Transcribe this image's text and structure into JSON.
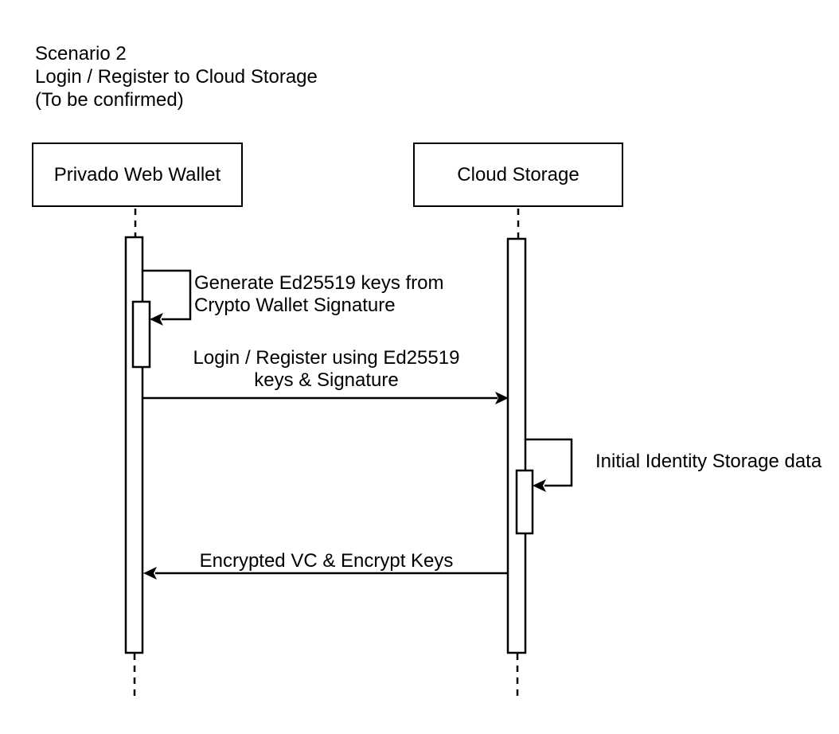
{
  "title": {
    "lines": [
      "Scenario 2",
      "Login / Register to Cloud Storage",
      "(To be confirmed)"
    ]
  },
  "actors": [
    {
      "id": "privado-web-wallet",
      "label": "Privado Web Wallet"
    },
    {
      "id": "cloud-storage",
      "label": "Cloud Storage"
    }
  ],
  "messages": [
    {
      "type": "self-message",
      "actor": "Privado Web Wallet",
      "lines": [
        "Generate Ed25519 keys from",
        "Crypto Wallet Signature"
      ]
    },
    {
      "type": "message",
      "from": "Privado Web Wallet",
      "to": "Cloud Storage",
      "lines": [
        "Login / Register using Ed25519",
        "keys & Signature"
      ]
    },
    {
      "type": "self-message",
      "actor": "Cloud Storage",
      "lines": [
        "Initial Identity Storage data"
      ]
    },
    {
      "type": "message",
      "from": "Cloud Storage",
      "to": "Privado Web Wallet",
      "lines": [
        "Encrypted VC & Encrypt Keys"
      ]
    }
  ],
  "colors": {
    "stroke": "#000000",
    "text": "#000000",
    "background": "#ffffff"
  }
}
